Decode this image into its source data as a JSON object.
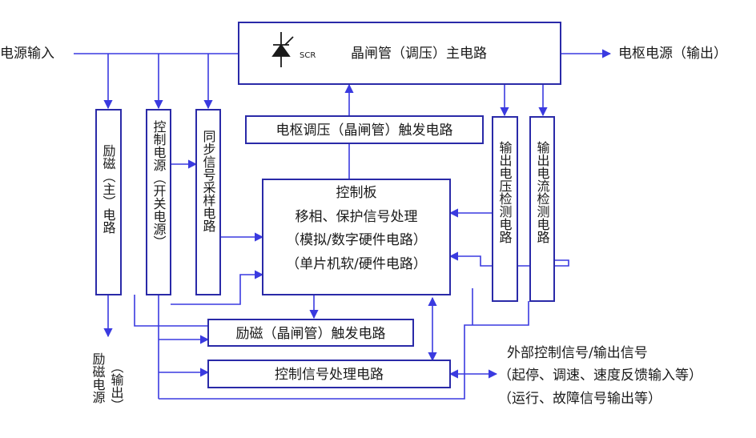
{
  "input_label": "电源输入",
  "output_label": "电枢电源（输出）",
  "main_circuit": {
    "scr_label": "SCR",
    "title": "晶闸管（调压）主电路"
  },
  "armature_trigger": "电枢调压（晶闸管）触发电路",
  "excitation_main": "励磁（主）电路",
  "control_power": "控制电源（开关电源）",
  "sync_sampling": "同步信号采样电路",
  "control_board": {
    "line1": "控制板",
    "line2": "移相、保护信号处理",
    "line3": "（模拟/数字硬件电路）",
    "line4": "（单片机软/硬件电路）"
  },
  "voltage_detect": "输出电压检测电路",
  "current_detect": "输出电流检测电路",
  "excitation_trigger": "励磁（晶闸管）触发电路",
  "signal_processing": "控制信号处理电路",
  "excitation_output": {
    "line1": "（输出）",
    "line2": "励磁电源"
  },
  "external_signals": {
    "line1": "外部控制信号/输出信号",
    "line2": "（起停、调速、速度反馈输入等）",
    "line3": "（运行、故障信号输出等）"
  },
  "colors": {
    "wire": "#3a3ae0",
    "box_border": "#2a2aa8",
    "text": "#1a1a1a"
  }
}
